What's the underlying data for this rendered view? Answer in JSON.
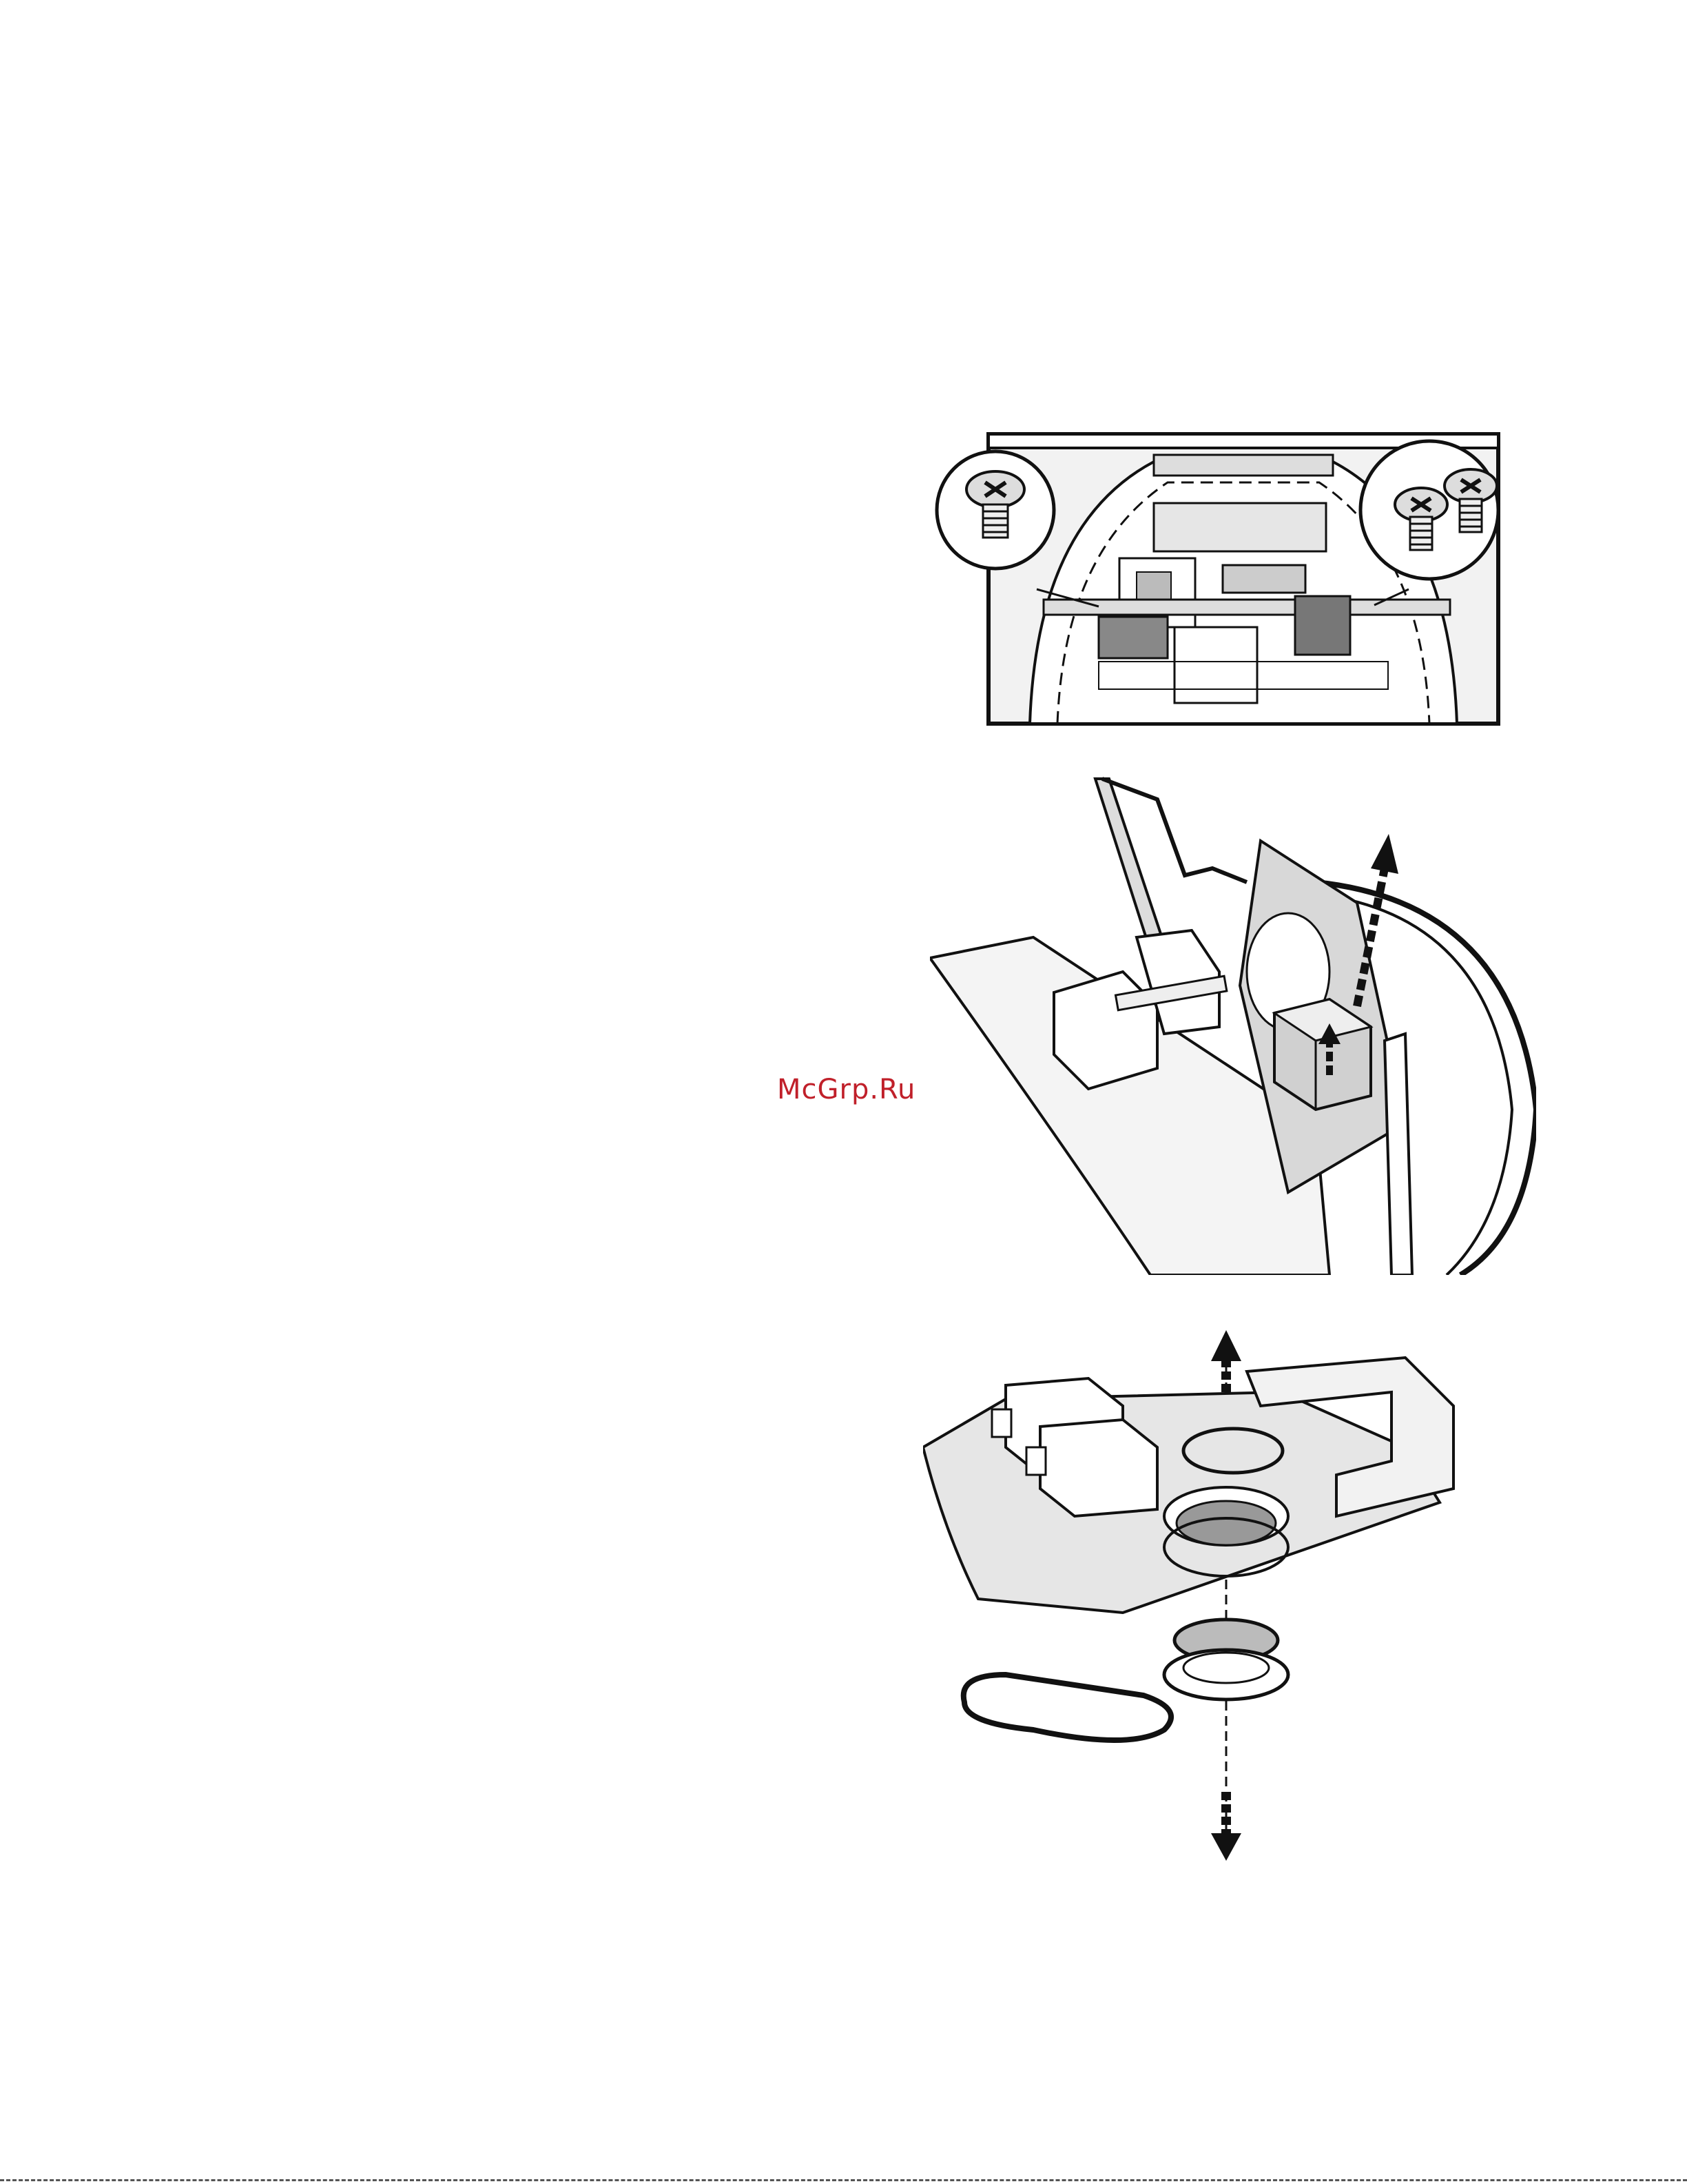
{
  "watermark": {
    "text": "McGrp.Ru"
  },
  "figures": [
    {
      "id": "fig-screws-removal",
      "description_icon": "screw-icon"
    },
    {
      "id": "fig-module-lift",
      "description_icon": "up-arrow-icon"
    },
    {
      "id": "fig-exploded-bearing",
      "description_icon": "up-down-arrow-icon"
    }
  ],
  "colors": {
    "line": "#111111",
    "fill_light": "#eeeeee",
    "fill_mid": "#cfcfcf",
    "fill_dark": "#888888",
    "watermark": "#c0202a"
  }
}
